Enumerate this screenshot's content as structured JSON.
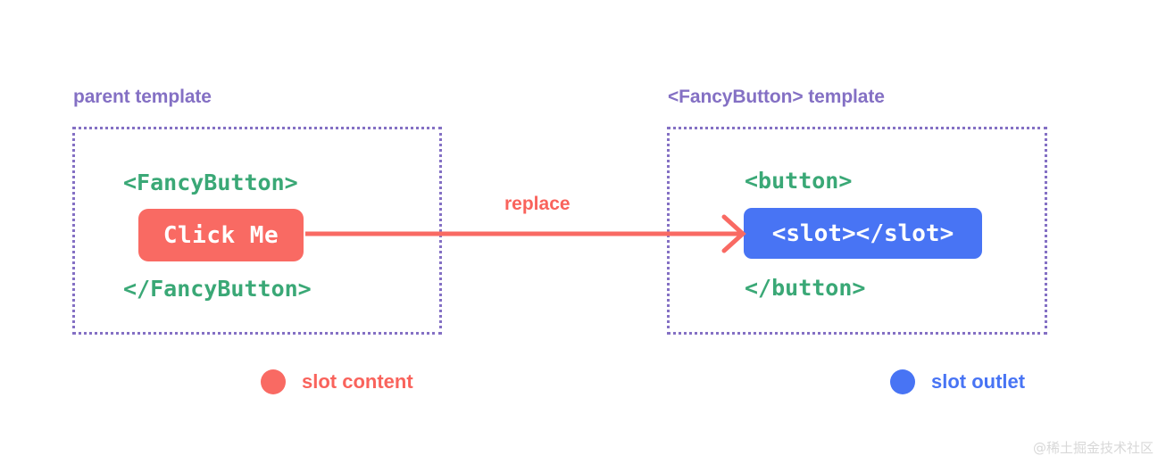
{
  "diagram": {
    "title_left": "parent template",
    "title_right": "<FancyButton> template",
    "arrow_label": "replace",
    "left_panel": {
      "code_open": "<FancyButton>",
      "code_close": "</FancyButton>",
      "slot_content_text": "Click Me"
    },
    "right_panel": {
      "code_open": "<button>",
      "code_close": "</button>",
      "slot_outlet_text": "<slot></slot>"
    },
    "legend": [
      {
        "label": "slot content",
        "color": "#f96a63"
      },
      {
        "label": "slot outlet",
        "color": "#4874f4"
      }
    ],
    "colors": {
      "panel_border": "#8470c4",
      "caption": "#8470c4",
      "code": "#3aa876",
      "slot_content": "#f96a63",
      "slot_outlet": "#4874f4",
      "arrow": "#f96a63",
      "background": "#ffffff"
    },
    "watermark": "@稀土掘金技术社区"
  }
}
